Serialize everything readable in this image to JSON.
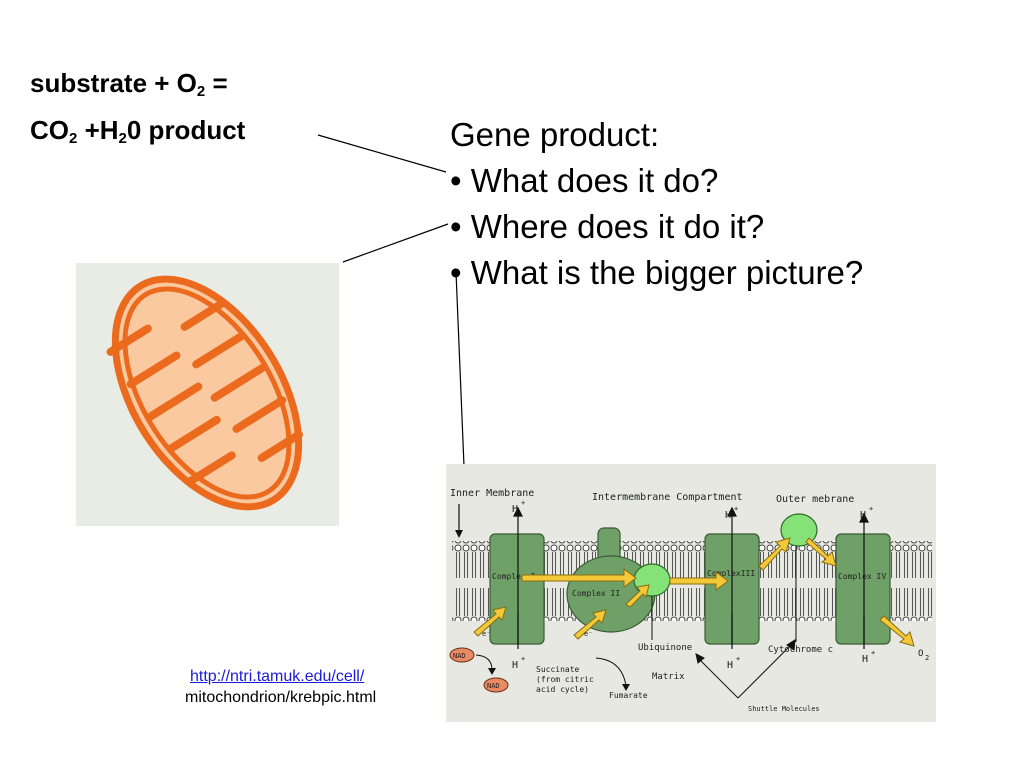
{
  "equation": {
    "line1": {
      "a": "substrate + O",
      "sub": "2",
      "b": " ="
    },
    "line2": {
      "a": "CO",
      "sub1": "2",
      "b": " +H",
      "sub2": "2",
      "c": "0 product"
    }
  },
  "questions": {
    "heading": "Gene product:",
    "items": [
      "• What does it do?",
      "• Where does it do it?",
      "• What is the bigger picture?"
    ]
  },
  "diagram": {
    "inner_membrane": "Inner Membrane",
    "intermembrane": "Intermembrane Compartment",
    "outer_membrane": "Outer mebrane",
    "h_plus": "H",
    "plus": "+",
    "complex1": "Complex I",
    "complex2": "Complex II",
    "complex3": "ComplexIII",
    "complex4": "Complex IV",
    "nad": "NAD",
    "electron": "e⁻",
    "ubiquinone": "Ubiquinone",
    "cytochrome": "Cytochrome c",
    "o2": "O",
    "o2_sub": "2",
    "succinate1": "Succinate",
    "succinate2": "(from citric",
    "succinate3": "acid cycle)",
    "fumarate": "Fumarate",
    "matrix": "Matrix",
    "shuttle": "Shuttle Molecules"
  },
  "source": {
    "url": "http://ntri.tamuk.edu/cell/",
    "path": "mitochondrion/krebpic.html"
  },
  "colors": {
    "mito_outline": "#ec6a1e",
    "mito_fill": "#fbc9a0",
    "complex_fill": "#6fa067",
    "carrier_fill": "#84e278",
    "arrow_fill": "#f3c93a",
    "nad_fill": "#e98a65",
    "link": "#1a1ad6"
  }
}
